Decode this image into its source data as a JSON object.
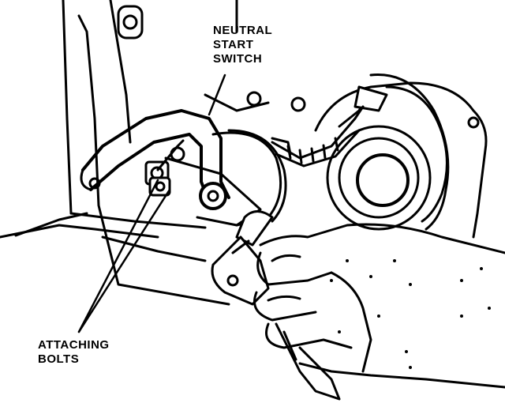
{
  "labels": {
    "neutral_start_switch": [
      "NEUTRAL",
      "START",
      "SWITCH"
    ],
    "attaching_bolts": [
      "ATTACHING",
      "BOLTS"
    ]
  },
  "colors": {
    "ink": "#000000",
    "paper": "#ffffff"
  }
}
